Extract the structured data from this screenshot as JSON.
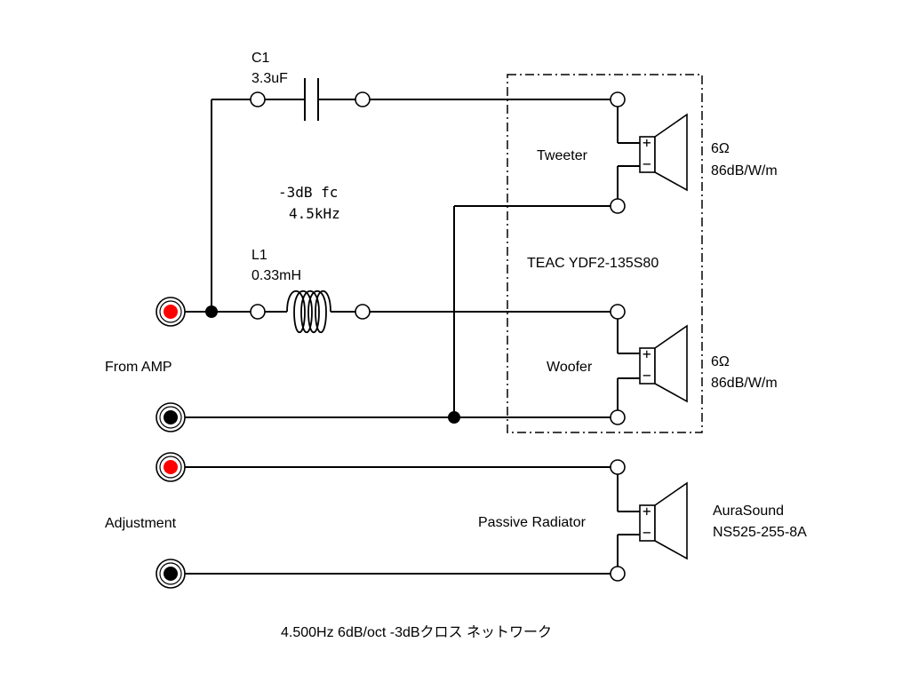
{
  "capacitor": {
    "name": "C1",
    "value": "3.3uF"
  },
  "inductor": {
    "name": "L1",
    "value": "0.33mH"
  },
  "crossover": {
    "line1": "-3dB fc",
    "line2": "4.5kHz"
  },
  "inputs": {
    "amp_label": "From AMP",
    "adjust_label": "Adjustment"
  },
  "speaker_unit": {
    "model": "TEAC YDF2-135S80"
  },
  "tweeter": {
    "label": "Tweeter",
    "impedance": "6Ω",
    "sensitivity": "86dB/W/m"
  },
  "woofer": {
    "label": "Woofer",
    "impedance": "6Ω",
    "sensitivity": "86dB/W/m"
  },
  "radiator": {
    "label": "Passive Radiator",
    "brand": "AuraSound",
    "model": "NS525-255-8A"
  },
  "polarity": {
    "plus": "+",
    "minus": "−"
  },
  "caption": "4.500Hz 6dB/oct -3dBクロス ネットワーク",
  "colors": {
    "positive_terminal": "#ff0000",
    "negative_terminal": "#000000",
    "line": "#000000"
  }
}
